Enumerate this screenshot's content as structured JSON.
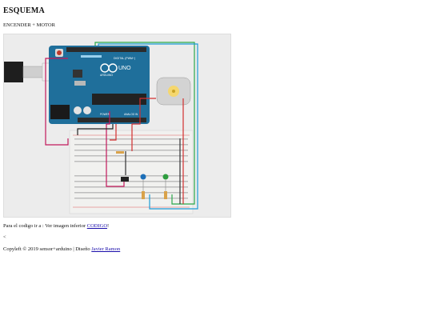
{
  "header": {
    "title": "ESQUEMA",
    "subtitle": "ENCENDER + MOTOR"
  },
  "figure": {
    "board_labels": {
      "uno": "UNO",
      "arduino": "ARDUINO",
      "digital": "DIGITAL (PWM~)",
      "power": "POWER",
      "analog": "ANALOG IN"
    }
  },
  "text": {
    "instruction_prefix": "Para el codigo ir a : Ver imagen inferior ",
    "code_link": "CODIGO",
    "instruction_suffix": "!",
    "back": "<"
  },
  "footer": {
    "prefix": "Copyleft © 2019 sensor+arduino | Diseño ",
    "author_link": "Javier Ramon"
  },
  "colors": {
    "link": "#1a0dab",
    "board": "#1f6f9b",
    "breadboard": "#f1f1ef"
  }
}
